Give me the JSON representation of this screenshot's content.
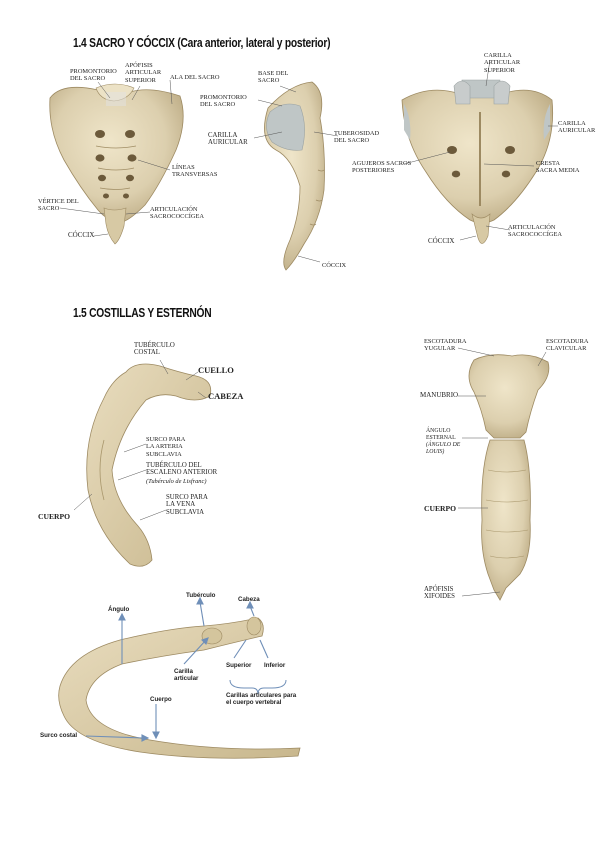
{
  "headings": {
    "sacrum": "1.4 SACRO Y CÓCCIX (Cara anterior, lateral y posterior)",
    "ribs": "1.5 COSTILLAS Y ESTERNÓN"
  },
  "sacrum_anterior": {
    "promontorio": "PROMONTORIO\nDEL SACRO",
    "apofisis": "APÓFISIS\nARTICULAR\nSUPERIOR",
    "ala": "ALA DEL SACRO",
    "lineas": "LÍNEAS\nTRANSVERSAS",
    "vertice": "VÉRTICE DEL\nSACRO",
    "articulacion": "ARTICULACIÓN\nSACROCOCCÍGEA",
    "coccix": "CÓCCIX"
  },
  "sacrum_lateral": {
    "base": "BASE DEL\nSACRO",
    "promontorio": "PROMONTORIO\nDEL SACRO",
    "carilla": "CARILLA\nAURICULAR",
    "tuberosidad": "TUBEROSIDAD\nDEL SACRO",
    "coccix": "CÓCCIX"
  },
  "sacrum_posterior": {
    "carilla_articular": "CARILLA\nARTICULAR\nSUPERIOR",
    "carilla_auricular": "CARILLA\nAURICULAR",
    "agujeros": "AGUJEROS SACROS\nPOSTERIORES",
    "cresta": "CRESTA\nSACRA MEDIA",
    "articulacion": "ARTICULACIÓN\nSACROCOCCÍGEA",
    "coccix": "CÓCCIX"
  },
  "rib_first": {
    "tuberculo": "TUBÉRCULO\nCOSTAL",
    "cuello": "CUELLO",
    "cabeza": "CABEZA",
    "surco_arteria": "SURCO PARA\nLA ARTERIA\nSUBCLAVIA",
    "tuberculo_escaleno": "TUBÉRCULO DEL\nESCALENO ANTERIOR",
    "lisfranc": "(Tubérculo de Lisfranc)",
    "surco_vena": "SURCO PARA\nLA VENA\nSUBCLAVIA",
    "cuerpo": "CUERPO"
  },
  "sternum": {
    "escotadura_yugular": "ESCOTADURA\nYUGULAR",
    "escotadura_clavicular": "ESCOTADURA\nCLAVICULAR",
    "manubrio": "MANUBRIO",
    "angulo": "ÁNGULO\nESTERNAL",
    "angulo_it": "(ÁNGULO DE\nLOUIS)",
    "cuerpo": "CUERPO",
    "apofisis": "APÓFISIS\nXIFOIDES"
  },
  "rib_typical": {
    "angulo": "Ángulo",
    "tuberculo": "Tubérculo",
    "cabeza": "Cabeza",
    "carilla": "Carilla\narticular",
    "superior": "Superior",
    "inferior": "Inferior",
    "carillas": "Carillas articulares para\nel cuerpo vertebral",
    "cuerpo": "Cuerpo",
    "surco": "Surco costal"
  },
  "colors": {
    "bone": "#dccfae",
    "bone_shade": "#b6a47c",
    "bone_dark": "#8e7c58",
    "cartilage": "#bfc6c6",
    "arrow": "#6f8fb8"
  }
}
